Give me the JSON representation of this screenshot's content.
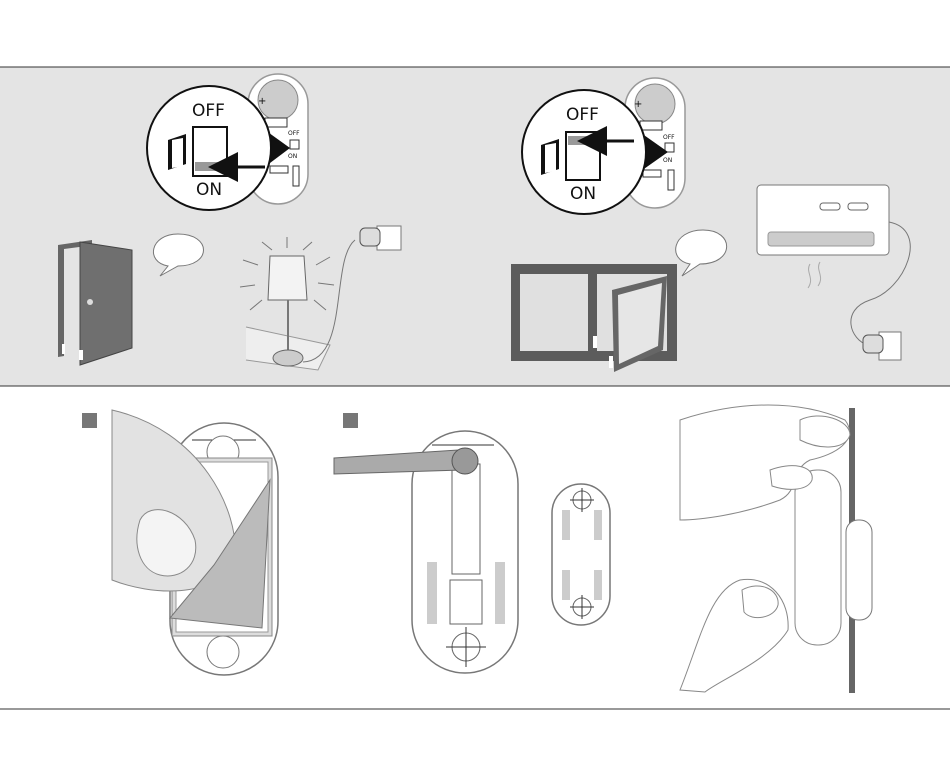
{
  "panel_top": {
    "left_diagram": {
      "switch_off_label": "OFF",
      "switch_on_label": "ON",
      "device_off_small": "OFF",
      "device_on_small": "ON",
      "battery_plus": "+",
      "arrow_direction": "to-on"
    },
    "right_diagram": {
      "switch_off_label": "OFF",
      "switch_on_label": "ON",
      "device_off_small": "OFF",
      "device_on_small": "ON",
      "battery_plus": "+",
      "arrow_direction": "to-off"
    }
  },
  "panel_bottom": {
    "step_marker_color": "#777777"
  },
  "colors": {
    "panel_bg": "#e4e4e4",
    "door": "#6f6f6f",
    "window_frame": "#5c5c5c",
    "rule": "#333333"
  }
}
